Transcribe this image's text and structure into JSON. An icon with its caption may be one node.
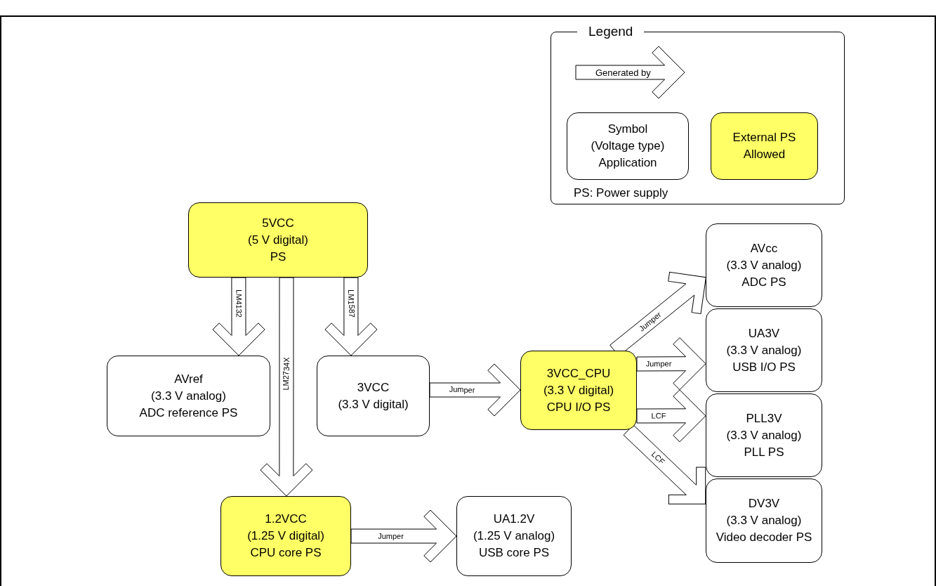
{
  "diagram": {
    "nodes": [
      {
        "text": [
          "5VCC",
          "(5 V digital)",
          "PS"
        ]
      },
      {
        "text": [
          "AVref",
          "(3.3 V analog)",
          "ADC reference PS"
        ]
      },
      {
        "text": [
          "3VCC",
          "(3.3 V digital)"
        ]
      },
      {
        "text": [
          "3VCC_CPU",
          "(3.3 V digital)",
          "CPU I/O PS"
        ]
      },
      {
        "text": [
          "1.2VCC",
          "(1.25 V digital)",
          "CPU core PS"
        ]
      },
      {
        "text": [
          "UA1.2V",
          "(1.25 V analog)",
          "USB core PS"
        ]
      },
      {
        "text": [
          "AVcc",
          "(3.3 V analog)",
          "ADC PS"
        ]
      },
      {
        "text": [
          "UA3V",
          "(3.3 V analog)",
          "USB I/O PS"
        ]
      },
      {
        "text": [
          "PLL3V",
          "(3.3 V analog)",
          "PLL PS"
        ]
      },
      {
        "text": [
          "DV3V",
          "(3.3 V analog)",
          "Video decoder PS"
        ]
      }
    ],
    "edges": [
      {
        "from": 0,
        "to": 1,
        "arrow": "to",
        "label": "LM4132"
      },
      {
        "from": 0,
        "to": 4,
        "arrow": "to",
        "label": "LM2734X"
      },
      {
        "from": 0,
        "to": 2,
        "arrow": "to",
        "label": "LM1587"
      },
      {
        "from": 2,
        "to": 3,
        "arrow": "to",
        "label": "Jumper"
      },
      {
        "from": 3,
        "to": 6,
        "arrow": "to",
        "label": "Jumper"
      },
      {
        "from": 3,
        "to": 7,
        "arrow": "to",
        "label": "Jumper"
      },
      {
        "from": 3,
        "to": 8,
        "arrow": "to",
        "label": "LCF"
      },
      {
        "from": 3,
        "to": 9,
        "arrow": "to",
        "label": "LCF"
      },
      {
        "from": 4,
        "to": 5,
        "arrow": "to",
        "label": "Jumper"
      }
    ],
    "labels": [
      "Legend",
      "PS: Power supply"
    ],
    "legend": [
      {
        "text": "Generated by"
      },
      {
        "text": "Symbol (Voltage type) Application"
      },
      {
        "text": "External PS Allowed",
        "color": "#ffff66"
      }
    ]
  }
}
